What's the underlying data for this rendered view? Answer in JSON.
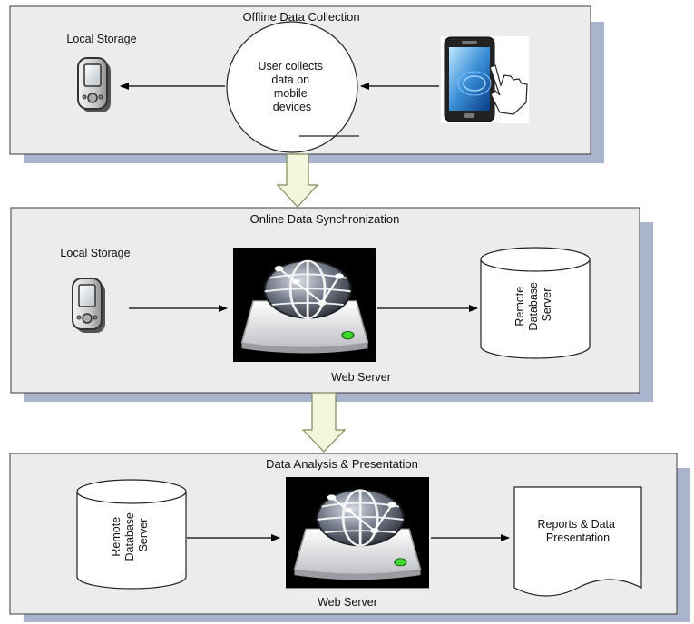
{
  "colors": {
    "panel_fill": "#ececec",
    "panel_shadow": "#aab4cc",
    "panel_border": "#3a3a3a",
    "connector_fill": "#f3f5dc",
    "connector_stroke": "#7f8a58",
    "server_background": "#000000",
    "server_led": "#3fdc2f"
  },
  "icons": {
    "pda": "pda-icon",
    "smartphone": "smartphone-touch-icon",
    "web_server": "globe-server-icon",
    "database": "database-cylinder-icon",
    "document": "document-icon"
  },
  "panels": [
    {
      "title": "Offline Data Collection",
      "local_storage_label": "Local Storage",
      "process_lines": [
        "User collects",
        "data on",
        "mobile",
        "devices"
      ]
    },
    {
      "title": "Online Data Synchronization",
      "local_storage_label": "Local Storage",
      "server_label": "Web Server",
      "database_lines": [
        "Remote",
        "Database",
        "Server"
      ]
    },
    {
      "title": "Data Analysis & Presentation",
      "database_lines": [
        "Remote",
        "Database",
        "Server"
      ],
      "server_label": "Web Server",
      "report_lines": [
        "Reports & Data",
        "Presentation"
      ]
    }
  ]
}
